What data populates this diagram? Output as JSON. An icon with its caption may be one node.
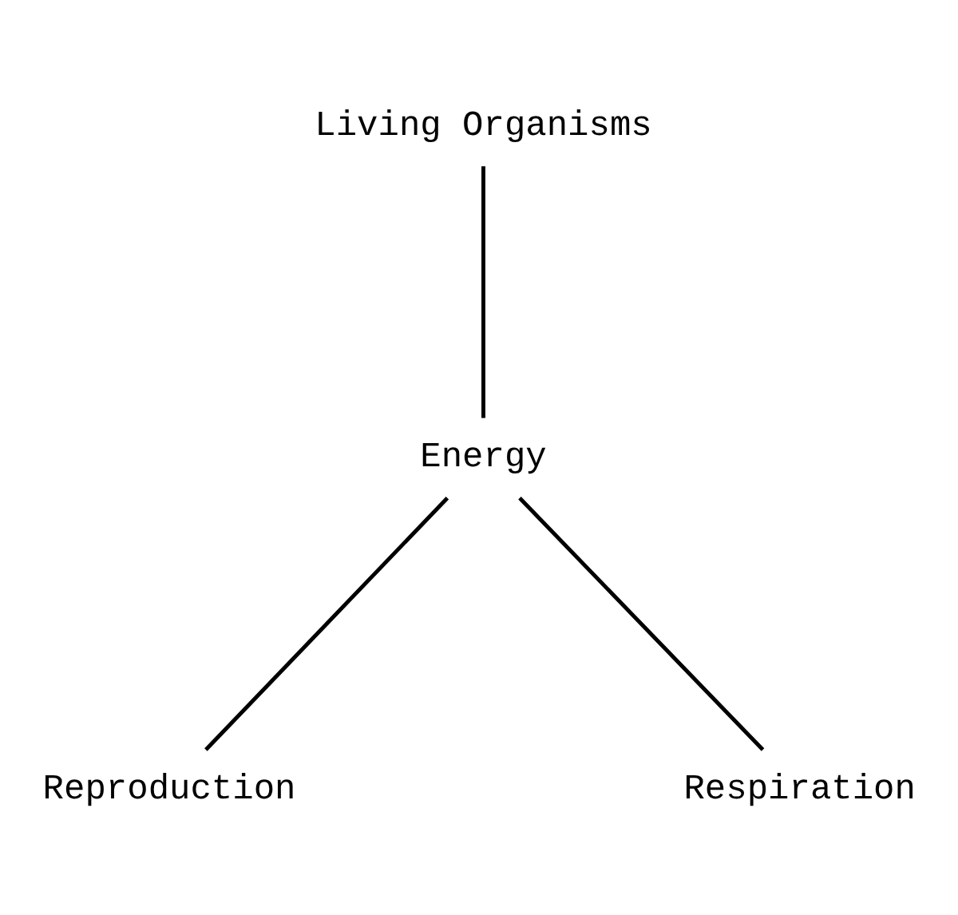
{
  "diagram": {
    "nodes": [
      {
        "text": [
          "Living Organisms"
        ]
      },
      {
        "text": [
          "Energy"
        ]
      },
      {
        "text": [
          "Reproduction"
        ]
      },
      {
        "text": [
          "Respiration"
        ]
      }
    ],
    "edges": [
      {
        "from": 0,
        "to": 1,
        "arrow": "none"
      },
      {
        "from": 1,
        "to": 2,
        "arrow": "none"
      },
      {
        "from": 1,
        "to": 3,
        "arrow": "none"
      }
    ]
  }
}
